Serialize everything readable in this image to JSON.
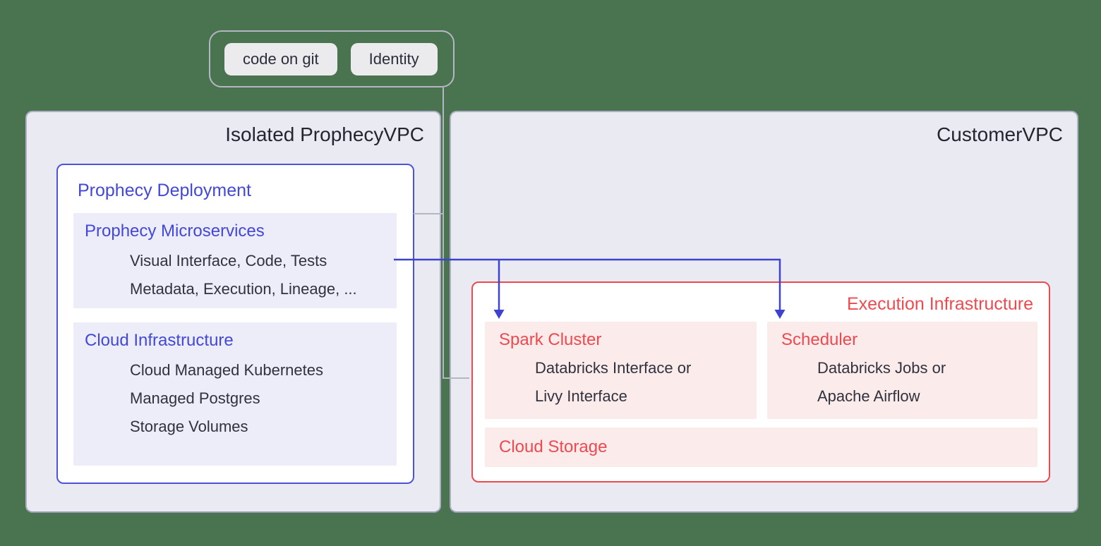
{
  "top_box": {
    "chips": [
      {
        "label": "code on git"
      },
      {
        "label": "Identity"
      }
    ]
  },
  "left_vpc": {
    "title": "Isolated ProphecyVPC",
    "deployment": {
      "title": "Prophecy Deployment",
      "microservices": {
        "title": "Prophecy Microservices",
        "items": [
          "Visual Interface, Code, Tests",
          "Metadata, Execution, Lineage, ..."
        ]
      },
      "cloud_infrastructure": {
        "title": "Cloud Infrastructure",
        "items": [
          "Cloud Managed Kubernetes",
          "Managed Postgres",
          "Storage Volumes"
        ]
      }
    }
  },
  "right_vpc": {
    "title": "CustomerVPC",
    "execution_infrastructure": {
      "title": "Execution Infrastructure",
      "spark_cluster": {
        "title": "Spark Cluster",
        "items": [
          "Databricks Interface or",
          "Livy Interface"
        ]
      },
      "scheduler": {
        "title": "Scheduler",
        "items": [
          "Databricks Jobs or",
          "Apache Airflow"
        ]
      },
      "cloud_storage": {
        "title": "Cloud Storage"
      }
    }
  },
  "colors": {
    "page_background": "#4a744f",
    "vpc_fill": "#eaeaf2",
    "vpc_border": "#aeafc4",
    "lavender_panel": "#edecf9",
    "pink_panel": "#fcebeb",
    "blue_border": "#4d52d9",
    "blue_text": "#4348d6",
    "red_accent": "#ed4a50",
    "dark_text": "#30323e",
    "vpc_title_text": "#24262f",
    "chip_fill": "#ebebee",
    "connector_gray": "#b5b6c3",
    "connector_blue": "#3d43ce"
  }
}
